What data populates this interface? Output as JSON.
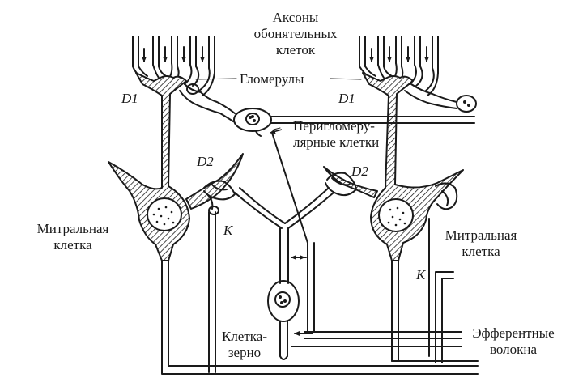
{
  "labels": {
    "axons": [
      "Аксоны",
      "обонятельных",
      "клеток"
    ],
    "glomeruli": "Гломерулы",
    "periglomerular": [
      "Перигломеру-",
      "лярные клетки"
    ],
    "mitral_left": [
      "Митральная",
      "клетка"
    ],
    "mitral_right": [
      "Митральная",
      "клетка"
    ],
    "granule": [
      "Клетка-",
      "зерно"
    ],
    "efferent": [
      "Эфферентные",
      "волокна"
    ],
    "d1_left": "D1",
    "d1_right": "D1",
    "d2_left": "D2",
    "d2_right": "D2",
    "k_left": "K",
    "k_right": "K"
  }
}
